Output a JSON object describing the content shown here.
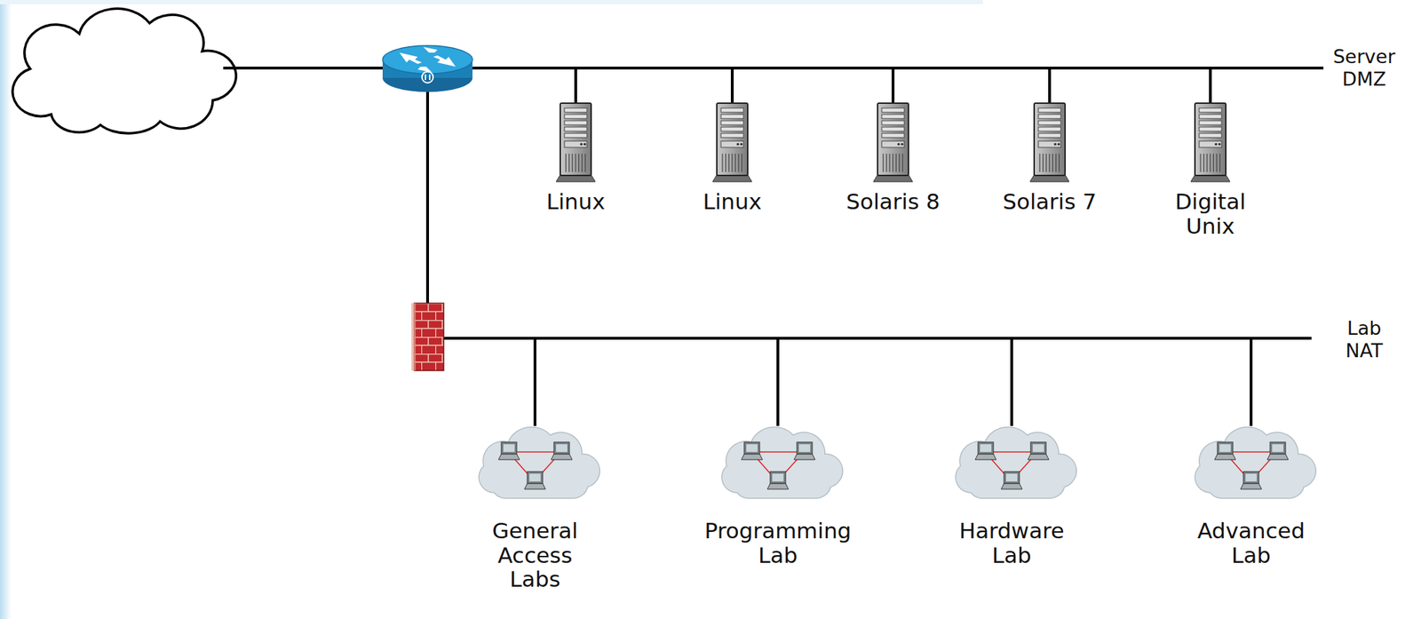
{
  "diagram": {
    "nodes": [
      {
        "text": [
          "Linux"
        ]
      },
      {
        "text": [
          "Linux"
        ]
      },
      {
        "text": [
          "Solaris 8"
        ]
      },
      {
        "text": [
          "Solaris 7"
        ]
      },
      {
        "text": [
          "Digital Unix"
        ]
      },
      {
        "text": [
          "General Access Labs"
        ]
      },
      {
        "text": [
          "Programming Lab"
        ]
      },
      {
        "text": [
          "Hardware Lab"
        ]
      },
      {
        "text": [
          "Advanced Lab"
        ]
      }
    ],
    "labels": [
      "Server DMZ",
      "Lab NAT"
    ]
  }
}
